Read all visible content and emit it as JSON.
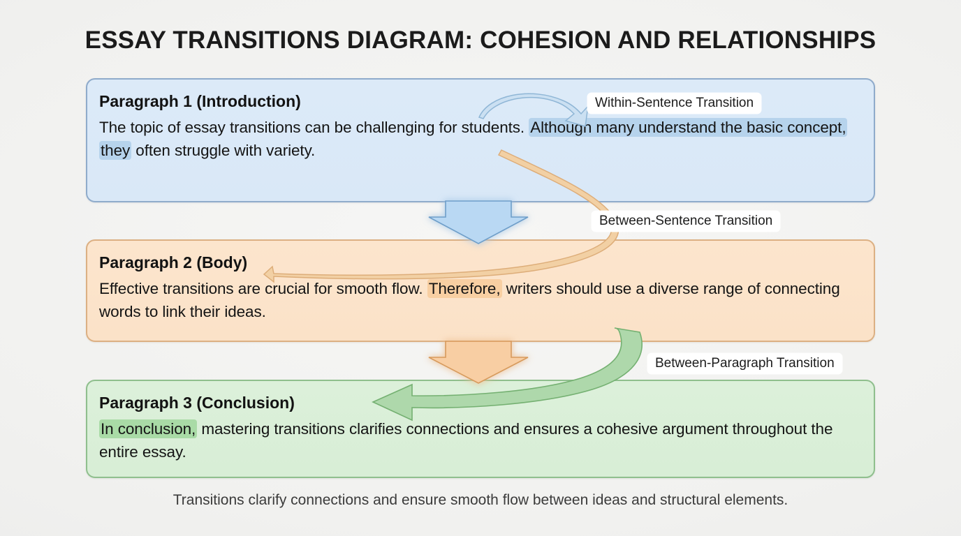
{
  "page": {
    "title": "ESSAY TRANSITIONS DIAGRAM: COHESION AND RELATIONSHIPS",
    "caption": "Transitions clarify connections and ensure smooth flow between ideas and structural elements.",
    "background_color": "#f2f2f0"
  },
  "paragraphs": [
    {
      "id": "paragraph-1",
      "heading": "Paragraph 1 (Introduction)",
      "text_before": "The topic of essay transitions can be challenging for students. ",
      "highlight": "Although many understand the basic concept, they",
      "text_after": " often struggle with variety.",
      "fill_color": "#dceaf8",
      "border_color": "#8fabcb",
      "highlight_color": "#b6d3ec"
    },
    {
      "id": "paragraph-2",
      "heading": "Paragraph 2 (Body)",
      "text_before": "Effective transitions are crucial for smooth flow. ",
      "highlight": "Therefore,",
      "text_after": " writers should use a diverse range of connecting words to link their ideas.",
      "fill_color": "#fce5cd",
      "border_color": "#dcb083",
      "highlight_color": "#f8cfa2"
    },
    {
      "id": "paragraph-3",
      "heading": "Paragraph 3 (Conclusion)",
      "text_before": "",
      "highlight": "In conclusion,",
      "text_after": " mastering transitions clarifies connections and ensures a cohesive argument throughout the entire essay.",
      "fill_color": "#dcf0da",
      "border_color": "#8fbf8d",
      "highlight_color": "#a9dba6"
    }
  ],
  "transition_labels": [
    {
      "id": "within-sentence",
      "label": "Within-Sentence Transition",
      "arrow_color": "#cbe0f2"
    },
    {
      "id": "between-sentence",
      "label": "Between-Sentence Transition",
      "arrow_color": "#f2d0a4"
    },
    {
      "id": "between-paragraph",
      "label": "Between-Paragraph Transition",
      "arrow_color": "#aed8ab"
    }
  ],
  "flow_arrows": [
    {
      "id": "flow-p1-to-p2",
      "color": "#b9d8f3",
      "direction": "down"
    },
    {
      "id": "flow-p2-to-p3",
      "color": "#f8cea3",
      "direction": "down"
    }
  ]
}
